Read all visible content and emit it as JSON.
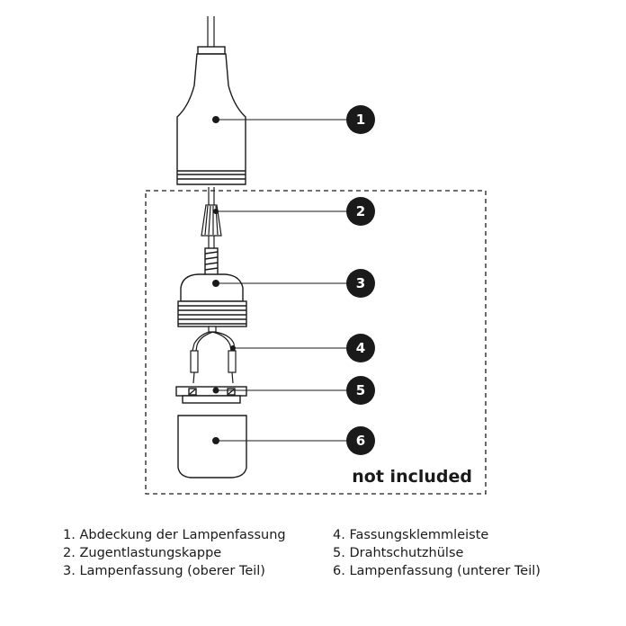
{
  "callouts": [
    "1",
    "2",
    "3",
    "4",
    "5",
    "6"
  ],
  "note": "not included",
  "legend": [
    "1. Abdeckung der Lampenfassung",
    "2. Zugentlastungskappe",
    "3. Lampenfassung (oberer Teil)",
    "4. Fassungsklemmleiste",
    "5. Drahtschutzhülse",
    "6. Lampenfassung (unterer Teil)"
  ],
  "colors": {
    "line": "#1a1a1a",
    "badge": "#1a1a1a",
    "background": "#ffffff"
  }
}
